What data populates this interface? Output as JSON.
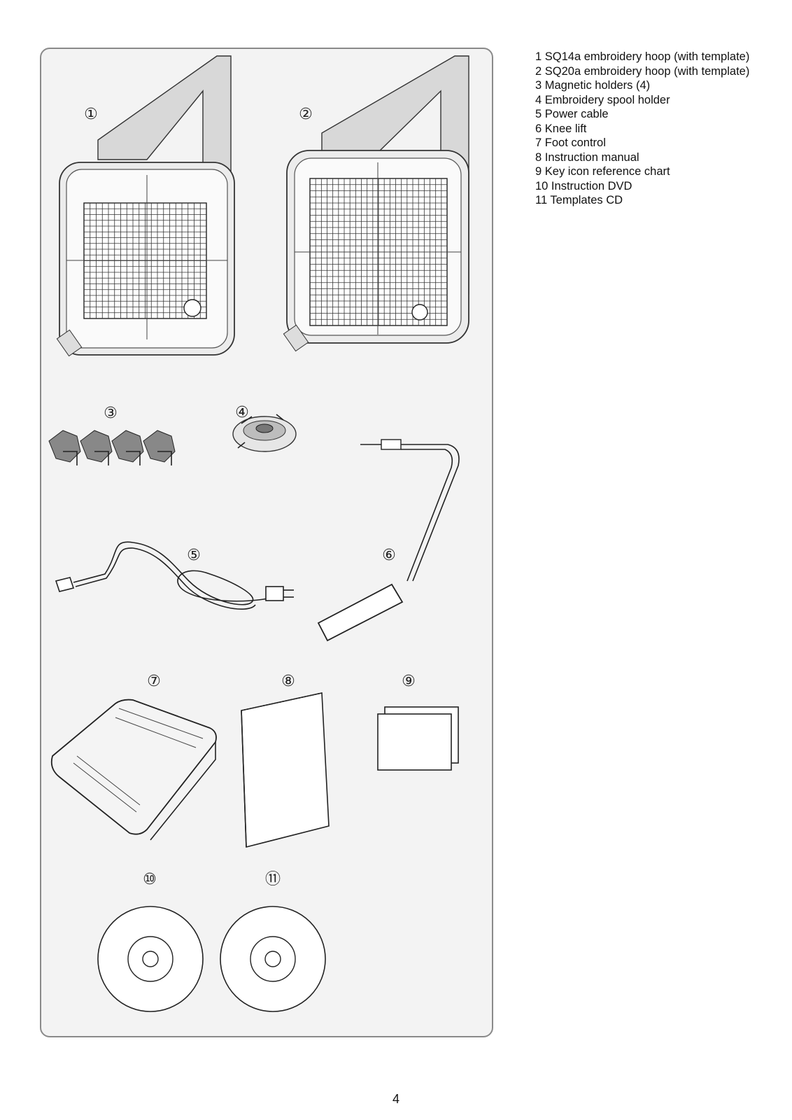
{
  "legend": {
    "items": [
      "1   SQ14a embroidery hoop (with template)",
      "2   SQ20a embroidery hoop (with template)",
      "3 Magnetic holders (4)",
      "4 Embroidery spool holder",
      "5 Power cable",
      "6 Knee lift",
      "7 Foot control",
      "8 Instruction manual",
      "9 Key icon reference chart",
      "10 Instruction DVD",
      "11 Templates CD"
    ]
  },
  "figure": {
    "markers": [
      "①",
      "②",
      "③",
      "④",
      "⑤",
      "⑥",
      "⑦",
      "⑧",
      "⑨",
      "⑩",
      "⑪"
    ]
  },
  "page_number": "4"
}
